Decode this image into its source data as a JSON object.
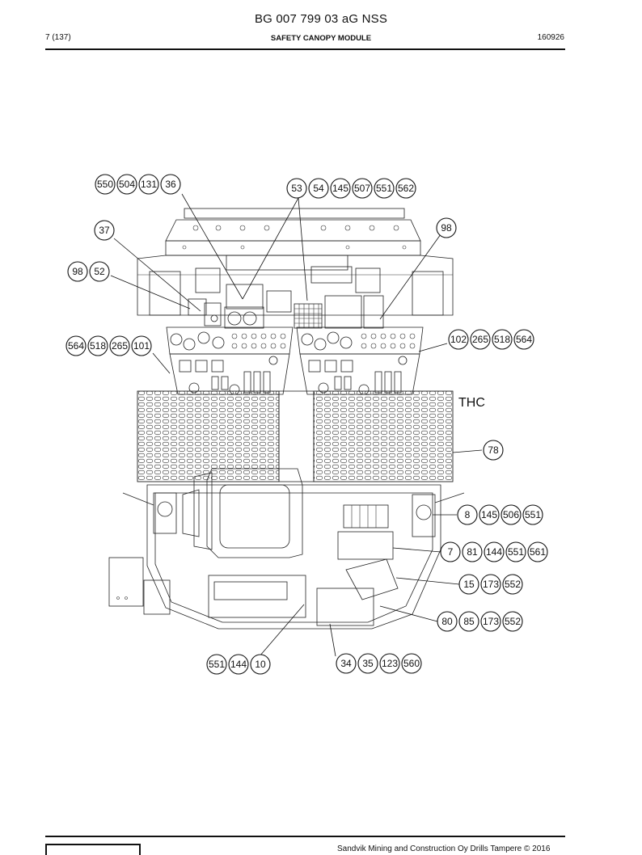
{
  "header": {
    "doc_title": "BG 007 799 03 aG NSS",
    "page": "7 (137)",
    "section": "SAFETY CANOPY MODULE",
    "date_code": "160926"
  },
  "diagram": {
    "label_thc": "THC",
    "callouts": {
      "g1": [
        "550",
        "504",
        "131",
        "36"
      ],
      "g2": [
        "53",
        "54",
        "145",
        "507",
        "551",
        "562"
      ],
      "g3": [
        "37"
      ],
      "g4": [
        "98"
      ],
      "g5": [
        "98",
        "52"
      ],
      "g6": [
        "564",
        "518",
        "265",
        "101"
      ],
      "g7": [
        "102",
        "265",
        "518",
        "564"
      ],
      "g8": [
        "78"
      ],
      "g9": [
        "8",
        "145",
        "506",
        "551"
      ],
      "g10": [
        "7",
        "81",
        "144",
        "551",
        "561"
      ],
      "g11": [
        "15",
        "173",
        "552"
      ],
      "g12": [
        "80",
        "85",
        "173",
        "552"
      ],
      "g13": [
        "551",
        "144",
        "10"
      ],
      "g14": [
        "34",
        "35",
        "123",
        "560"
      ]
    }
  },
  "footer": {
    "text": "Sandvik Mining and Construction Oy Drills Tampere © 2016"
  }
}
